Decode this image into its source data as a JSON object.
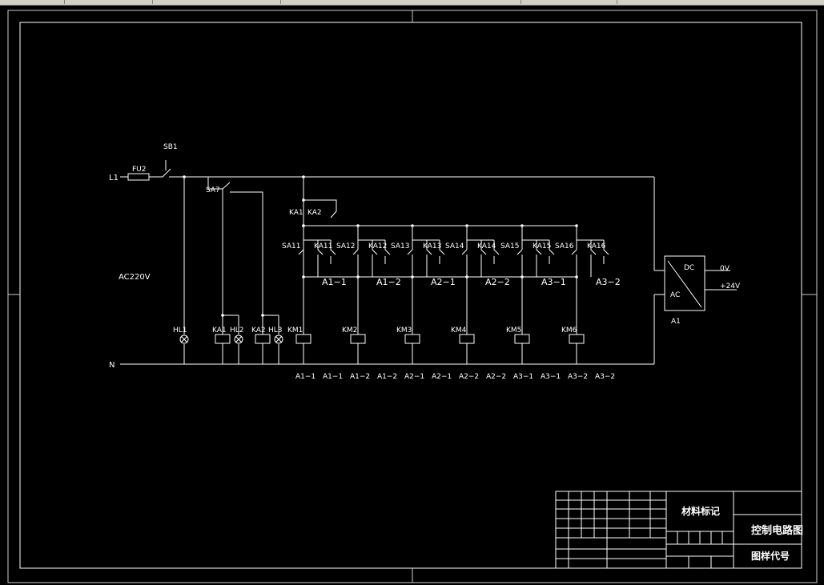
{
  "labels": {
    "L1": "L1",
    "N": "N",
    "FU2": "FU2",
    "SB1": "SB1",
    "SA7": "SA7",
    "supply": "AC220V",
    "KA1a": "KA1",
    "KA2a": "KA2",
    "HL1": "HL1",
    "KA1": "KA1",
    "HL2": "HL2",
    "KA2": "KA2",
    "HL3": "HL3",
    "KM1": "KM1",
    "KM2": "KM2",
    "KM3": "KM3",
    "KM4": "KM4",
    "KM5": "KM5",
    "KM6": "KM6",
    "DC": "DC",
    "AC": "AC",
    "A1": "A1",
    "V0": "0V",
    "V24": "+24V"
  },
  "sa_labels": [
    "SA11",
    "SA12",
    "SA13",
    "SA14",
    "SA15",
    "SA16"
  ],
  "ka_labels": [
    "KA11",
    "KA12",
    "KA13",
    "KA14",
    "KA15",
    "KA16"
  ],
  "group_labels": [
    "A1−1",
    "A1−2",
    "A2−1",
    "A2−2",
    "A3−1",
    "A3−2"
  ],
  "bottom_labels": [
    "A1−1",
    "A1−1",
    "A1−2",
    "A1−2",
    "A2−1",
    "A2−1",
    "A2−2",
    "A2−2",
    "A3−1",
    "A3−1",
    "A3−2",
    "A3−2"
  ],
  "title_block": {
    "material": "材料标记",
    "drawing_title": "控制电路图",
    "drawing_code": "图样代号"
  }
}
